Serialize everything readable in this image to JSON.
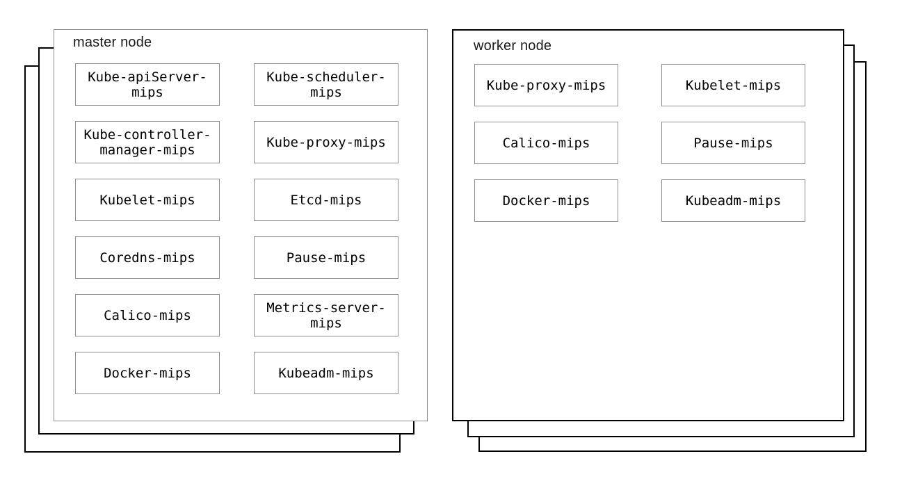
{
  "diagram": {
    "type": "kubernetes-node-architecture",
    "colors": {
      "background": "#ffffff",
      "master_panel_border": "#8c8c8c",
      "worker_panel_border": "#000000",
      "stack_layer_border": "#000000",
      "component_box_border": "#8c8c8c",
      "text": "#000000"
    },
    "master": {
      "title": "master node",
      "stacked_copies": 3,
      "components": [
        "Kube-apiServer-\nmips",
        "Kube-scheduler-\nmips",
        "Kube-controller-\nmanager-mips",
        "Kube-proxy-mips",
        "Kubelet-mips",
        "Etcd-mips",
        "Coredns-mips",
        "Pause-mips",
        "Calico-mips",
        "Metrics-server-\nmips",
        "Docker-mips",
        "Kubeadm-mips"
      ]
    },
    "worker": {
      "title": "worker node",
      "stacked_copies": 3,
      "components": [
        "Kube-proxy-mips",
        "Kubelet-mips",
        "Calico-mips",
        "Pause-mips",
        "Docker-mips",
        "Kubeadm-mips"
      ]
    }
  }
}
